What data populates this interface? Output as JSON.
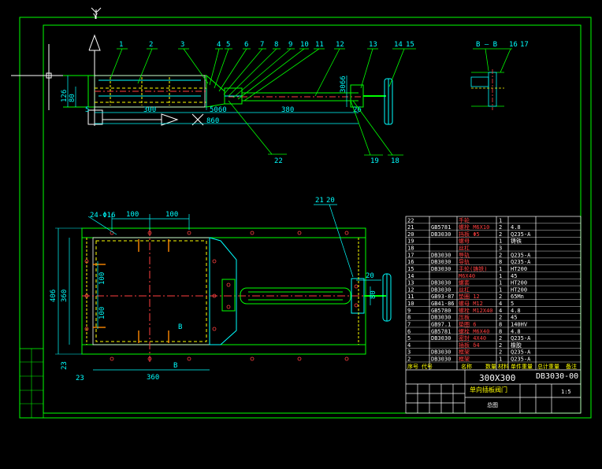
{
  "axis_label": "Y",
  "title_block": {
    "spec": "300X300",
    "name": "单向插板阀门",
    "drawing_no": "DB3030-00",
    "sheet": "总图",
    "scale": "1:5",
    "header": [
      "序号",
      "代号",
      "名称",
      "数量",
      "材料",
      "单件重量",
      "总计重量",
      "备注"
    ]
  },
  "section_label": "B — B",
  "top_callouts": [
    "1",
    "2",
    "3",
    "4",
    "5",
    "6",
    "7",
    "8",
    "9",
    "10",
    "11",
    "12",
    "13",
    "14",
    "15"
  ],
  "section_callouts": [
    "16",
    "17"
  ],
  "bottom_callouts": [
    "22",
    "19",
    "18"
  ],
  "plan_callouts": [
    "21",
    "20"
  ],
  "top_dims": {
    "d300": "300",
    "d5060": "5060",
    "d380": "380",
    "d860": "860",
    "d126": "126",
    "d80": "80",
    "d5": "5",
    "d3066": "3066",
    "d26": "26"
  },
  "plan_dims": {
    "hole_note": "24-Φ16",
    "d100a": "100",
    "d100b": "100",
    "d406": "406",
    "d360v": "360",
    "d100v1": "100",
    "d100v2": "100",
    "d23a": "23",
    "d23b": "23",
    "d360h": "360",
    "d20": "20",
    "d80v": "80",
    "sec_b1": "B",
    "sec_b2": "B"
  },
  "bom": [
    {
      "no": "22",
      "code": "",
      "name": "手轮",
      "qty": "1",
      "mat": ""
    },
    {
      "no": "21",
      "code": "GB5781",
      "name": "螺栓 M6X10",
      "qty": "2",
      "mat": "4.8"
    },
    {
      "no": "20",
      "code": "DB3030",
      "name": "挡板 Φ5",
      "qty": "2",
      "mat": "Q235-A"
    },
    {
      "no": "19",
      "code": "",
      "name": "螺母",
      "qty": "1",
      "mat": "铸铁"
    },
    {
      "no": "18",
      "code": "",
      "name": "丝杠",
      "qty": "3",
      "mat": ""
    },
    {
      "no": "17",
      "code": "DB3030",
      "name": "导轨",
      "qty": "2",
      "mat": "Q235-A"
    },
    {
      "no": "16",
      "code": "DB3030",
      "name": "导轨",
      "qty": "8",
      "mat": "Q235-A"
    },
    {
      "no": "15",
      "code": "DB3030",
      "name": "手轮(铸铁)",
      "qty": "1",
      "mat": "HT200"
    },
    {
      "no": "14",
      "code": "",
      "name": "M6X40",
      "qty": "1",
      "mat": "45"
    },
    {
      "no": "13",
      "code": "DB3030",
      "name": "螺套",
      "qty": "1",
      "mat": "HT200"
    },
    {
      "no": "12",
      "code": "DB3030",
      "name": "丝杠",
      "qty": "1",
      "mat": "HT200"
    },
    {
      "no": "11",
      "code": "GB93-87",
      "name": "垫圈 12",
      "qty": "2",
      "mat": "65Mn"
    },
    {
      "no": "10",
      "code": "GB41-86",
      "name": "螺母 M12",
      "qty": "4",
      "mat": "5"
    },
    {
      "no": "9",
      "code": "GB5780",
      "name": "螺栓 M12X40",
      "qty": "4",
      "mat": "4.8"
    },
    {
      "no": "8",
      "code": "DB3030",
      "name": "压板",
      "qty": "2",
      "mat": "45"
    },
    {
      "no": "7",
      "code": "GB97.1",
      "name": "垫圈 6",
      "qty": "8",
      "mat": "140HV"
    },
    {
      "no": "6",
      "code": "GB5781",
      "name": "螺栓 M6X40",
      "qty": "8",
      "mat": "4.8"
    },
    {
      "no": "5",
      "code": "DB3030",
      "name": "密封 4X40",
      "qty": "2",
      "mat": "Q235-A"
    },
    {
      "no": "4",
      "code": "",
      "name": "插板 δ4",
      "qty": "2",
      "mat": "橡胶"
    },
    {
      "no": "3",
      "code": "DB3030",
      "name": "框架",
      "qty": "2",
      "mat": "Q235-A"
    },
    {
      "no": "2",
      "code": "DB3030",
      "name": "框架",
      "qty": "1",
      "mat": "Q235-A"
    }
  ]
}
